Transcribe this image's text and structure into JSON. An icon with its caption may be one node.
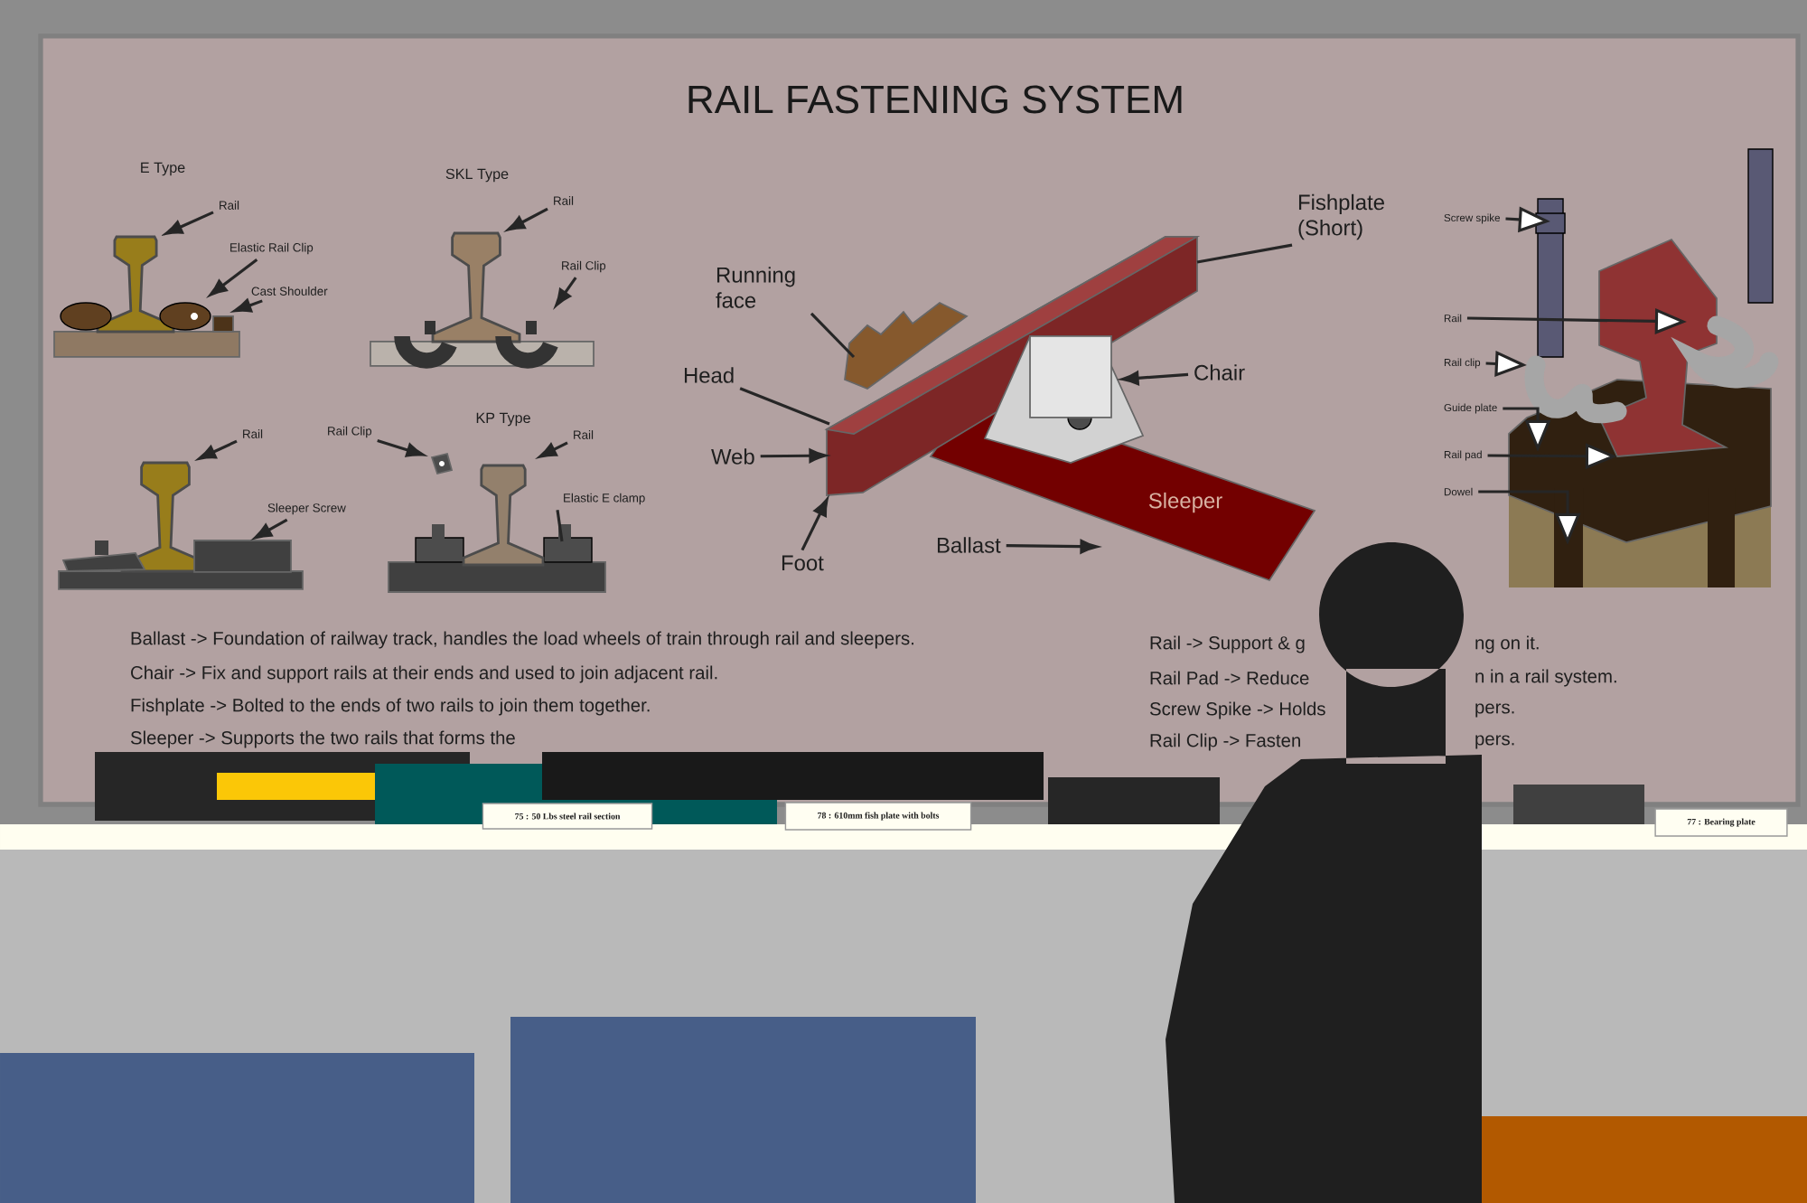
{
  "diagram": {
    "title": "RAIL FASTENING SYSTEM",
    "nodes": [
      {
        "text": [
          "Rail"
        ]
      },
      {
        "text": [
          "Elastic Rail Clip"
        ]
      },
      {
        "text": [
          "Cast Shoulder"
        ]
      },
      {
        "text": [
          "Rail"
        ]
      },
      {
        "text": [
          "Rail Clip"
        ]
      },
      {
        "text": [
          "Rail"
        ]
      },
      {
        "text": [
          "Sleeper Screw"
        ]
      },
      {
        "text": [
          "Rail Clip"
        ]
      },
      {
        "text": [
          "Rail"
        ]
      },
      {
        "text": [
          "Elastic E clamp"
        ]
      },
      {
        "text": [
          "Running face"
        ]
      },
      {
        "text": [
          "Head"
        ]
      },
      {
        "text": [
          "Web"
        ]
      },
      {
        "text": [
          "Foot"
        ]
      },
      {
        "text": [
          "Chair"
        ]
      },
      {
        "text": [
          "Ballast"
        ]
      },
      {
        "text": [
          "Fishplate (Short)"
        ]
      },
      {
        "text": [
          "Screw spike"
        ]
      },
      {
        "text": [
          "Rail"
        ]
      },
      {
        "text": [
          "Rail clip"
        ]
      },
      {
        "text": [
          "Guide plate"
        ]
      },
      {
        "text": [
          "Rail pad"
        ]
      },
      {
        "text": [
          "Dowel"
        ]
      },
      {
        "text": [],
        "shape": "picture"
      },
      {
        "text": [],
        "shape": "picture"
      },
      {
        "text": [],
        "shape": "picture"
      },
      {
        "text": [],
        "shape": "picture"
      },
      {
        "text": [],
        "shape": "picture"
      },
      {
        "text": [],
        "shape": "picture"
      },
      {
        "text": [],
        "shape": "picture",
        "in": 23
      },
      {
        "text": [],
        "shape": "box",
        "in": 23
      },
      {
        "text": [],
        "shape": "picture",
        "in": 24
      },
      {
        "text": [],
        "shape": "box",
        "in": 25
      },
      {
        "text": [],
        "shape": "picture"
      },
      {
        "text": [],
        "shape": "picture"
      },
      {
        "text": [],
        "shape": "box",
        "in": 27
      }
    ],
    "edges": [
      {
        "from": 0,
        "to": 23,
        "arrow": "to"
      },
      {
        "from": 1,
        "to": 29,
        "arrow": "to"
      },
      {
        "from": 2,
        "to": 30,
        "arrow": "to"
      },
      {
        "from": 3,
        "to": 24,
        "arrow": "to"
      },
      {
        "from": 4,
        "to": 31,
        "arrow": "to"
      },
      {
        "from": 5,
        "to": 25,
        "arrow": "to"
      },
      {
        "from": 6,
        "to": 32,
        "arrow": "to"
      },
      {
        "from": 7,
        "to": 33,
        "arrow": "to"
      },
      {
        "from": 8,
        "to": 34,
        "arrow": "to"
      },
      {
        "from": 9,
        "to": 26,
        "arrow": "none"
      },
      {
        "from": 10,
        "to": 27,
        "arrow": "none"
      },
      {
        "from": 11,
        "to": 27,
        "arrow": "none"
      },
      {
        "from": 12,
        "to": 27,
        "arrow": "to"
      },
      {
        "from": 13,
        "to": 27,
        "arrow": "to"
      },
      {
        "from": 14,
        "to": 35,
        "arrow": "to"
      },
      {
        "from": 15,
        "to": 27,
        "arrow": "to"
      },
      {
        "from": 16,
        "to": 27,
        "arrow": "none"
      },
      {
        "from": 17,
        "to": 28,
        "arrow": "to"
      },
      {
        "from": 18,
        "to": 28,
        "arrow": "to"
      },
      {
        "from": 19,
        "to": 28,
        "arrow": "to"
      },
      {
        "from": 20,
        "to": 28,
        "arrow": "to"
      },
      {
        "from": 21,
        "to": 28,
        "arrow": "to"
      },
      {
        "from": 22,
        "to": 28,
        "arrow": "to"
      }
    ],
    "labels": [
      "E Type",
      "SKL Type",
      "KP Type",
      "Sleeper",
      "Ballast -> Foundation of railway track, handles the load wheels of train through rail and sleepers.",
      "Chair -> Fix and support rails at their ends and used to join adjacent rail.",
      "Fishplate -> Bolted to the ends of two rails to join them together.",
      "Sleeper -> Supports the two rails that forms the",
      "Rail -> Support & g",
      "ng on it.",
      "Rail Pad -> Reduce",
      "n in a rail system.",
      "Screw Spike -> Holds",
      "pers.",
      "Rail Clip -> Fasten",
      "pers.",
      "75 : 50 Lbs steel rail section",
      "78 : 610mm fish plate with bolts",
      "77 : Bearing plate"
    ]
  }
}
